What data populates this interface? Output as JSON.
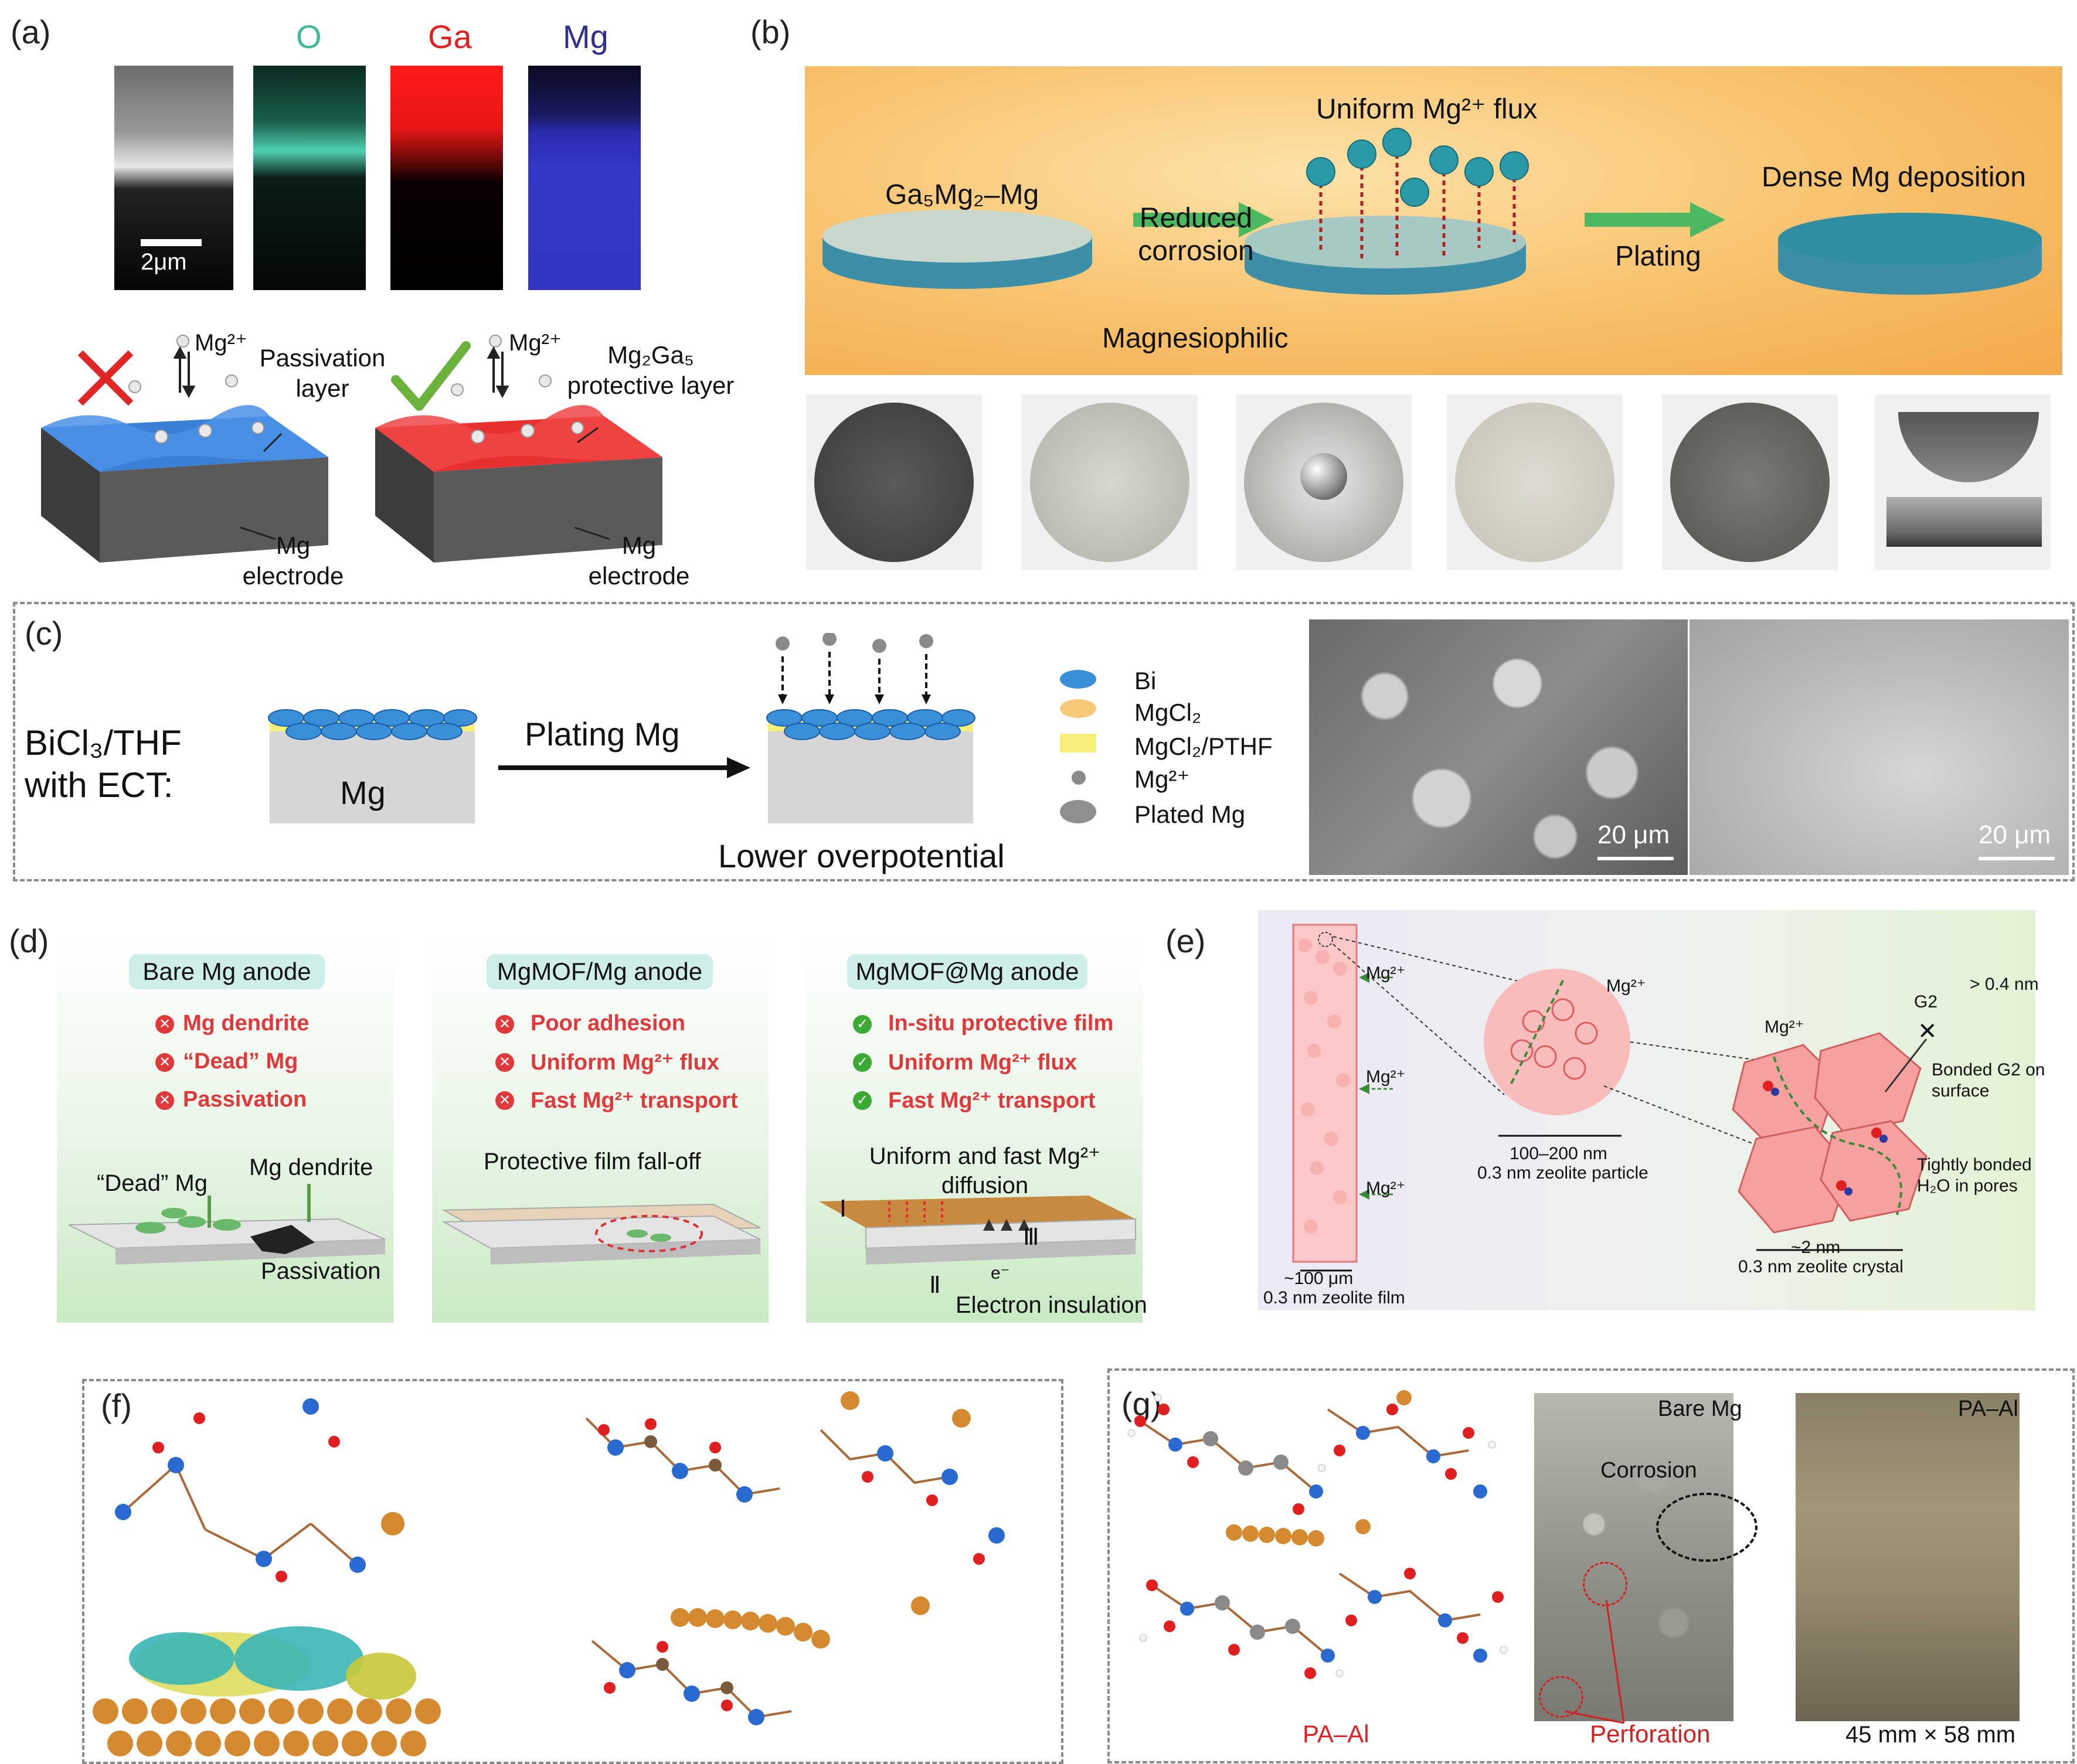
{
  "panels": {
    "a": {
      "label": "(a)",
      "maps": [
        "O",
        "Ga",
        "Mg"
      ],
      "scalebar": "2μm",
      "left_scheme": {
        "ion": "Mg²⁺",
        "layer": "Passivation layer",
        "electrode": "Mg electrode",
        "status_icon": "cross-icon"
      },
      "right_scheme": {
        "ion": "Mg²⁺",
        "layer": "Mg₂Ga₅ protective layer",
        "electrode": "Mg electrode",
        "status_icon": "check-icon"
      }
    },
    "b": {
      "label": "(b)",
      "substrate": "Ga₅Mg₂–Mg",
      "reduced": "Reduced corrosion",
      "magnesiophilic": "Magnesiophilic",
      "flux": "Uniform Mg²⁺ flux",
      "plating": "Plating",
      "deposition": "Dense Mg deposition"
    },
    "c": {
      "label": "(c)",
      "recipe": "BiCl₃/THF with ECT:",
      "substrate": "Mg",
      "arrow_label": "Plating Mg",
      "result": "Lower overpotential",
      "legend": [
        "Bi",
        "MgCl₂",
        "MgCl₂/PTHF",
        "Mg²⁺",
        "Plated Mg"
      ],
      "scalebar": "20 μm"
    },
    "d": {
      "label": "(d)",
      "columns": [
        {
          "title": "Bare Mg anode",
          "items": [
            "Mg dendrite",
            "“Dead” Mg",
            "Passivation"
          ],
          "notes": [
            "“Dead” Mg",
            "Mg dendrite",
            "Passivation"
          ]
        },
        {
          "title": "MgMOF/Mg anode",
          "items": [
            "Poor adhesion",
            "Uniform Mg²⁺ flux",
            "Fast Mg²⁺ transport"
          ],
          "notes": [
            "Protective film fall-off"
          ]
        },
        {
          "title": "MgMOF@Mg anode",
          "items": [
            "In-situ protective film",
            "Uniform Mg²⁺ flux",
            "Fast Mg²⁺ transport"
          ],
          "notes": [
            "Uniform and fast Mg²⁺ diffusion",
            "Electron insulation",
            "Ⅰ",
            "Ⅱ",
            "Ⅲ",
            "e⁻"
          ]
        }
      ],
      "colors": {
        "bad": "#e0393b",
        "good": "#3aaa35",
        "title_bg": "#cfeeea"
      }
    },
    "e": {
      "label": "(e)",
      "ion": "Mg²⁺",
      "film_size": "~100 μm",
      "film_name": "0.3 nm zeolite film",
      "particle_size": "100–200 nm",
      "particle_name": "0.3 nm zeolite particle",
      "crystal_size": "~2 nm",
      "crystal_name": "0.3 nm zeolite crystal",
      "g2": "G2",
      "g2_gap": "> 0.4 nm",
      "bonded": "Bonded G2 on surface",
      "water": "Tightly bonded H₂O in pores"
    },
    "f": {
      "label": "(f)"
    },
    "g": {
      "label": "(g)",
      "molecule": "PA–Al",
      "photo_left": "Bare Mg",
      "photo_right": "PA–Al",
      "corrosion": "Corrosion",
      "perforation": "Perforation",
      "size": "45 mm × 58 mm"
    }
  }
}
